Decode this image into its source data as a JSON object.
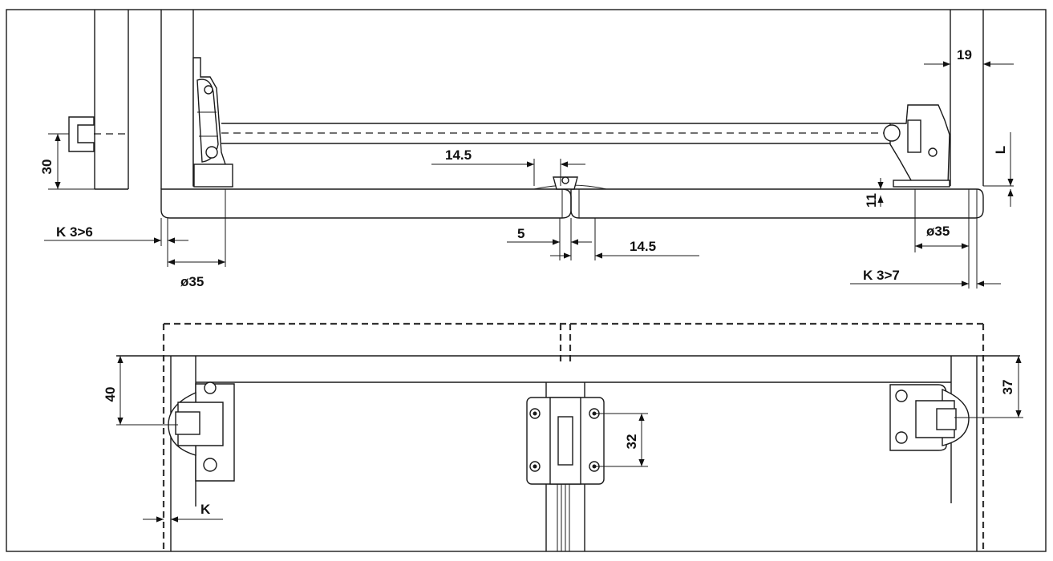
{
  "top_view": {
    "labels": {
      "h30": "30",
      "k3_6": "K 3>6",
      "d35_left": "ø35",
      "w14_5_top": "14.5",
      "w5": "5",
      "w14_5_bottom": "14.5",
      "w19": "19",
      "L": "L",
      "h11": "11",
      "d35_right": "ø35",
      "k3_7": "K 3>7"
    }
  },
  "front_view": {
    "labels": {
      "h40": "40",
      "h32": "32",
      "h37": "37",
      "K": "K"
    }
  }
}
